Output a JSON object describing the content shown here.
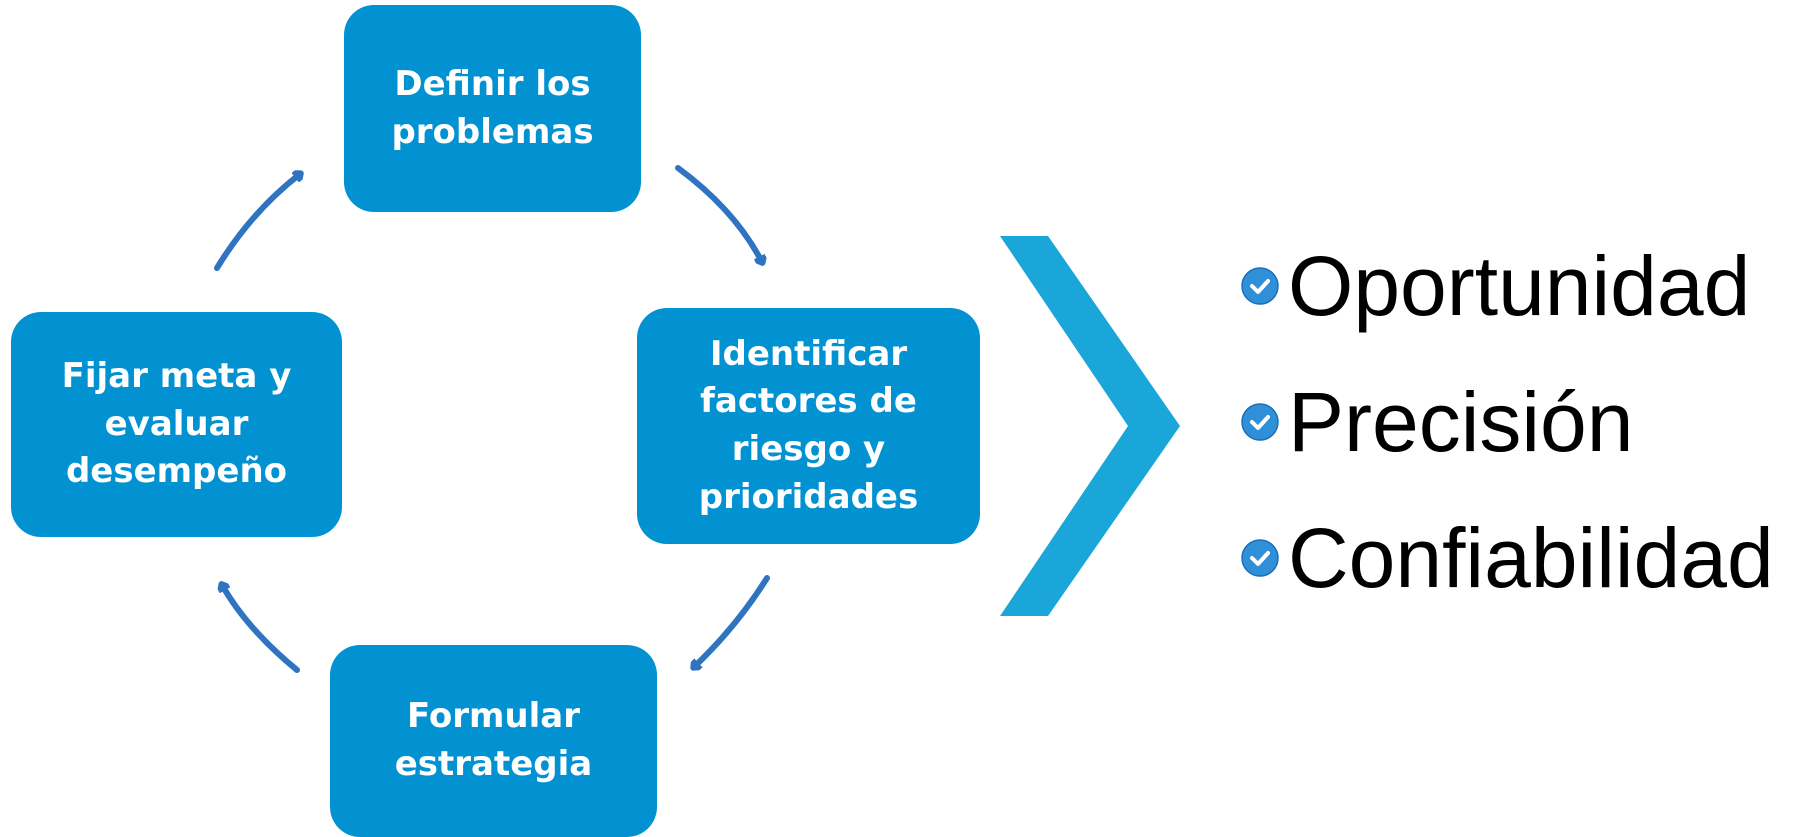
{
  "cycle": {
    "steps": [
      {
        "label": "Definir los\nproblemas"
      },
      {
        "label": "Identificar\nfactores de\nriesgo y\nprioridades"
      },
      {
        "label": "Formular\nestrategia"
      },
      {
        "label": "Fijar meta y\nevaluar\ndesempeño"
      }
    ]
  },
  "outcomes": {
    "items": [
      {
        "label": "Oportunidad"
      },
      {
        "label": "Precisión"
      },
      {
        "label": "Confiabilidad"
      }
    ]
  },
  "colors": {
    "box": "#0292d2",
    "arrow": "#2f74c0",
    "chevron": "#1aa6d8",
    "check": "#2f8fd8"
  },
  "icons": {
    "cycle_arrow": "curved-arrow-icon",
    "chevron": "chevron-right-icon",
    "bullet": "check-circle-icon"
  }
}
